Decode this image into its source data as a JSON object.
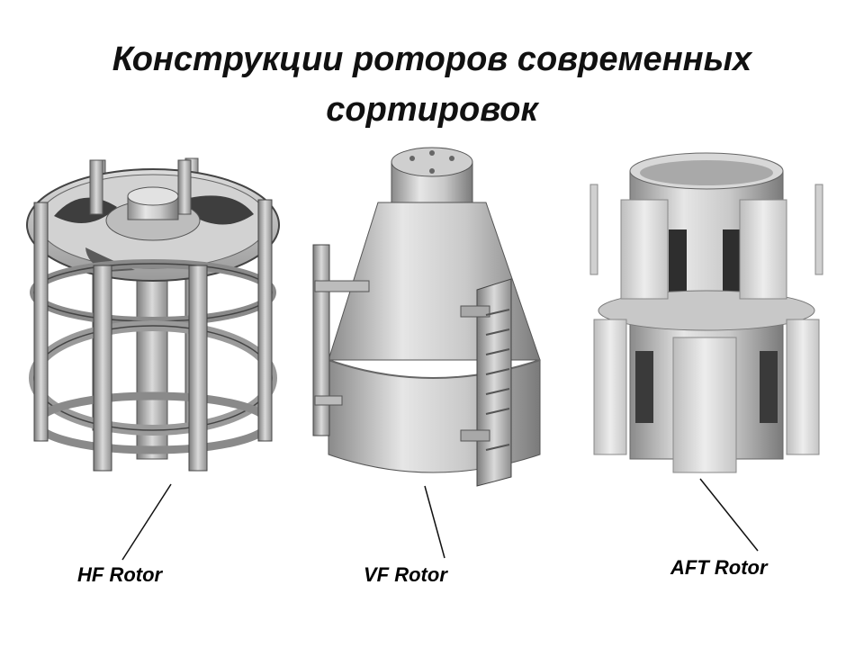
{
  "title": {
    "line1": "Конструкции роторов современных",
    "line2": "сортировок"
  },
  "rotors": [
    {
      "label": "HF Rotor"
    },
    {
      "label": "VF Rotor"
    },
    {
      "label": "AFT Rotor"
    }
  ],
  "colors": {
    "metal_light": "#e2e2e2",
    "metal_mid": "#b9b9b9",
    "metal_dark": "#7d7d7d",
    "shadow": "#3e3e3e"
  }
}
